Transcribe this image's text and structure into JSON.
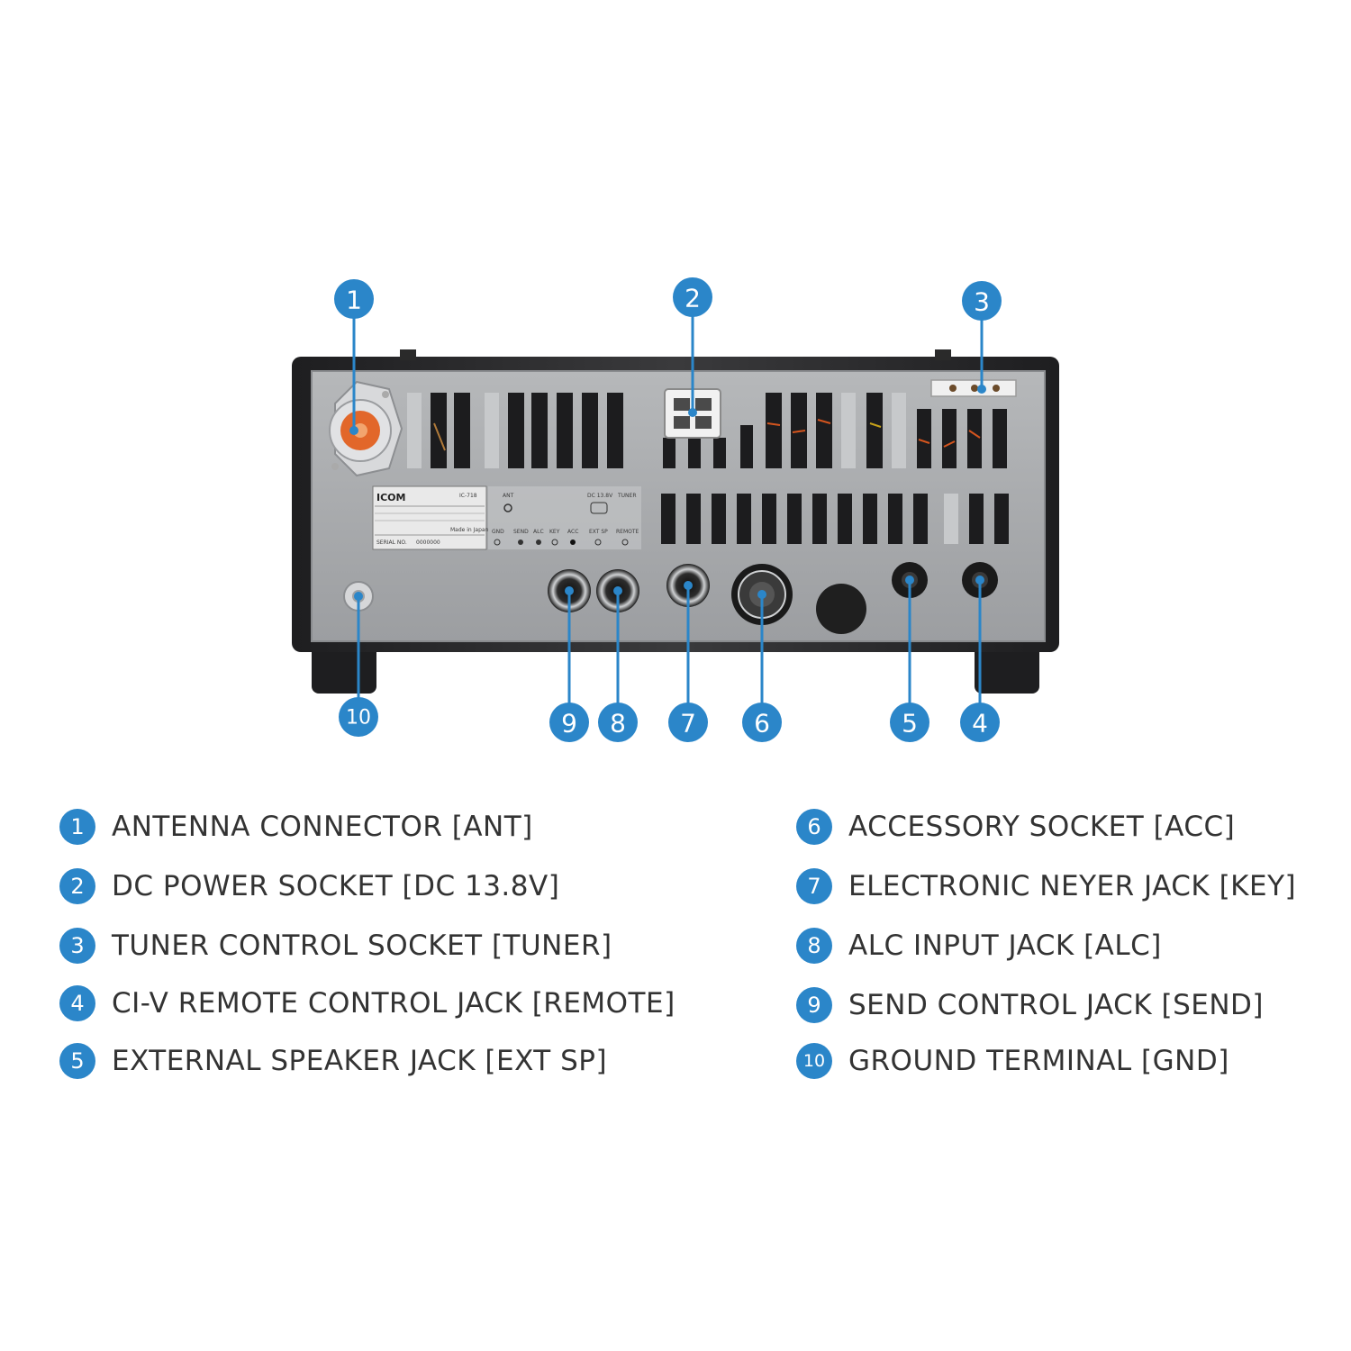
{
  "colors": {
    "callout_blue": "#2b86c9",
    "panel_grey": "#a7a9ab",
    "case_dark": "#2e2e30",
    "text": "#333333"
  },
  "callouts": [
    "1",
    "2",
    "3",
    "4",
    "5",
    "6",
    "7",
    "8",
    "9",
    "10"
  ],
  "device_label": {
    "brand": "ICOM",
    "model": "IC-718",
    "serial_label": "SERIAL NO.",
    "serial_value": "0000000",
    "made_in": "Made in Japan",
    "ant": "ANT",
    "dc": "DC 13.8V",
    "tuner": "TUNER",
    "gnd": "GND",
    "send": "SEND",
    "alc": "ALC",
    "key": "KEY",
    "acc": "ACC",
    "ext_sp": "EXT SP",
    "remote": "REMOTE"
  },
  "legend": {
    "left": [
      {
        "num": "1",
        "label": "ANTENNA CONNECTOR [ANT]"
      },
      {
        "num": "2",
        "label": "DC POWER SOCKET [DC 13.8V]"
      },
      {
        "num": "3",
        "label": "TUNER CONTROL SOCKET [TUNER]"
      },
      {
        "num": "4",
        "label": "CI-V REMOTE CONTROL JACK [REMOTE]"
      },
      {
        "num": "5",
        "label": "EXTERNAL SPEAKER JACK [EXT SP]"
      }
    ],
    "right": [
      {
        "num": "6",
        "label": "ACCESSORY SOCKET [ACC]"
      },
      {
        "num": "7",
        "label": "ELECTRONIC NEYER JACK [KEY]"
      },
      {
        "num": "8",
        "label": "ALC INPUT JACK [ALC]"
      },
      {
        "num": "9",
        "label": "SEND CONTROL JACK [SEND]"
      },
      {
        "num": "10",
        "label": "GROUND TERMINAL [GND]"
      }
    ]
  }
}
